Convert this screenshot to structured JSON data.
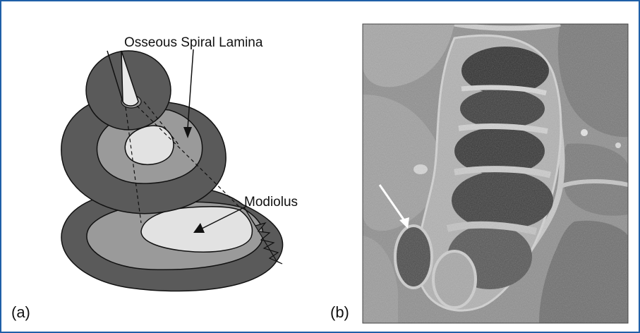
{
  "figure": {
    "panel_a": {
      "label": "(a)",
      "callouts": {
        "lamina": "Osseous Spiral Lamina",
        "modiolus": "Modiolus"
      }
    },
    "panel_b": {
      "label": "(b)"
    }
  },
  "colors": {
    "frame_border": "#1f5fa8",
    "outer_turn": "#5a5a5a",
    "middle_band": "#9a9a9a",
    "inner_core": "#e2e2e2",
    "micrograph_base": "#8f8f8f"
  }
}
